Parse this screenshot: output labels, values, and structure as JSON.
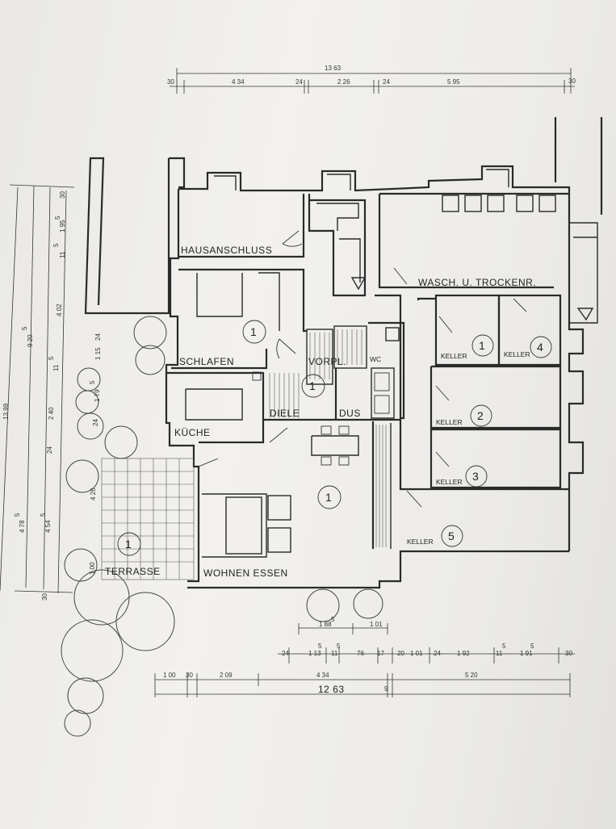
{
  "dimensions": {
    "top_total": "13 63",
    "top_segments": [
      "30",
      "4 34",
      "24",
      "2 26",
      "24",
      "5 95",
      "30"
    ],
    "bottom_total": "12 63",
    "bottom_segments": [
      "1 00",
      "30",
      "2 09",
      "4 34",
      "5 20"
    ],
    "bottom_detail": [
      "24",
      "1 13",
      "5",
      "11",
      "5",
      "76",
      "17",
      "20",
      "1 01",
      "24",
      "1 92",
      "11",
      "5",
      "1 91",
      "5",
      "30"
    ],
    "bottom_upper": [
      "1 88",
      "5",
      "1 01"
    ],
    "bottom_small": "9",
    "left_total": "13 99",
    "left_mid": "9 20",
    "left_mid_sup": "5",
    "left_lower": "4 78",
    "left_lower_sup": "5",
    "left_lower2": "4 54",
    "left_lower2_sup": "5",
    "left_inner": [
      "30",
      "1 95",
      "5",
      "11",
      "5",
      "4 02",
      "11",
      "5",
      "1 15",
      "24",
      "1 79",
      "5",
      "2 40",
      "24",
      "4 26",
      "1 00",
      "30",
      "24"
    ]
  },
  "rooms": [
    {
      "label": "HAUSANSCHLUSS"
    },
    {
      "label": "WASCH. U. TROCKENR."
    },
    {
      "label": "SCHLAFEN",
      "number": "1"
    },
    {
      "label": "VORPL.",
      "number": "1"
    },
    {
      "label": "WC"
    },
    {
      "label": "KÜCHE"
    },
    {
      "label": "DIELE"
    },
    {
      "label": "DUS"
    },
    {
      "label": "WOHNEN ESSEN",
      "number": "1"
    },
    {
      "label": "TERRASSE",
      "number": "1"
    },
    {
      "label": "KELLER",
      "number": "1"
    },
    {
      "label": "KELLER",
      "number": "4"
    },
    {
      "label": "KELLER",
      "number": "2"
    },
    {
      "label": "KELLER",
      "number": "3"
    },
    {
      "label": "KELLER",
      "number": "5"
    }
  ],
  "colors": {
    "paper": "#efeeeb",
    "ink": "#2a2a2a"
  }
}
